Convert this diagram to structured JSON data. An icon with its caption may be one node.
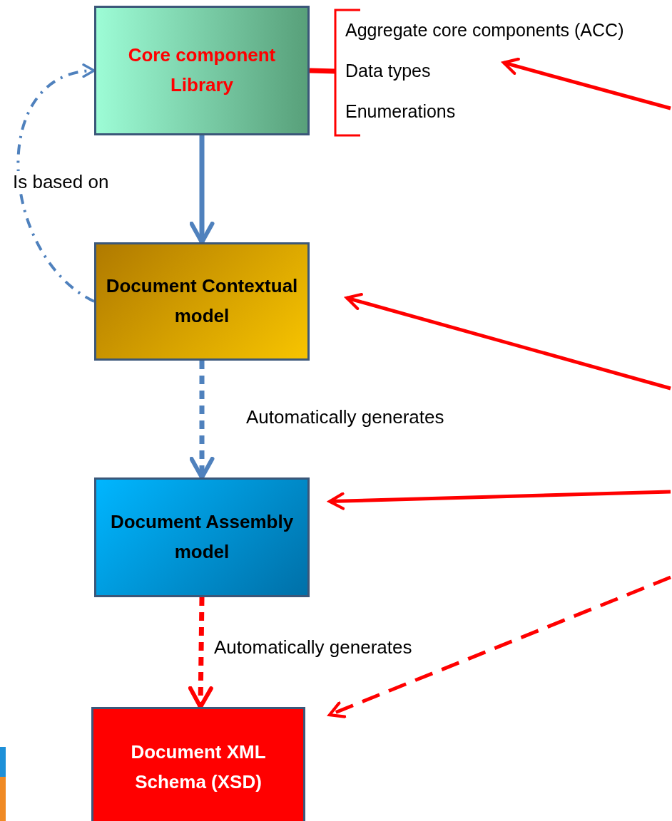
{
  "diagram": {
    "nodes": [
      {
        "text": [
          "Core component Library"
        ]
      },
      {
        "text": [
          "Aggregate core components (ACC)",
          "Data types",
          "Enumerations"
        ]
      },
      {
        "text": [
          "Document Contextual model"
        ]
      },
      {
        "text": [
          "Document Assembly model"
        ]
      },
      {
        "text": [
          "Document  XML Schema (XSD)"
        ]
      }
    ],
    "edges": [
      {
        "from": 0,
        "to": 2,
        "arrow": "to",
        "color": "#4f81bd"
      },
      {
        "from": 2,
        "to": 0,
        "arrow": "to",
        "label": "Is based on",
        "style": "dashed",
        "color": "#4f81bd"
      },
      {
        "from": 2,
        "to": 3,
        "arrow": "to",
        "label": "Automatically generates",
        "style": "dashed",
        "color": "#4f81bd"
      },
      {
        "from": 3,
        "to": 4,
        "arrow": "to",
        "label": "Automatically generates",
        "style": "dashed"
      },
      {
        "from": 0,
        "to": 1,
        "arrow": "none"
      },
      {
        "from": null,
        "to": 1,
        "arrow": "to"
      },
      {
        "from": null,
        "to": 2,
        "arrow": "to"
      },
      {
        "from": null,
        "to": 3,
        "arrow": "to"
      },
      {
        "from": null,
        "to": 4,
        "arrow": "to",
        "style": "dashed"
      }
    ]
  }
}
